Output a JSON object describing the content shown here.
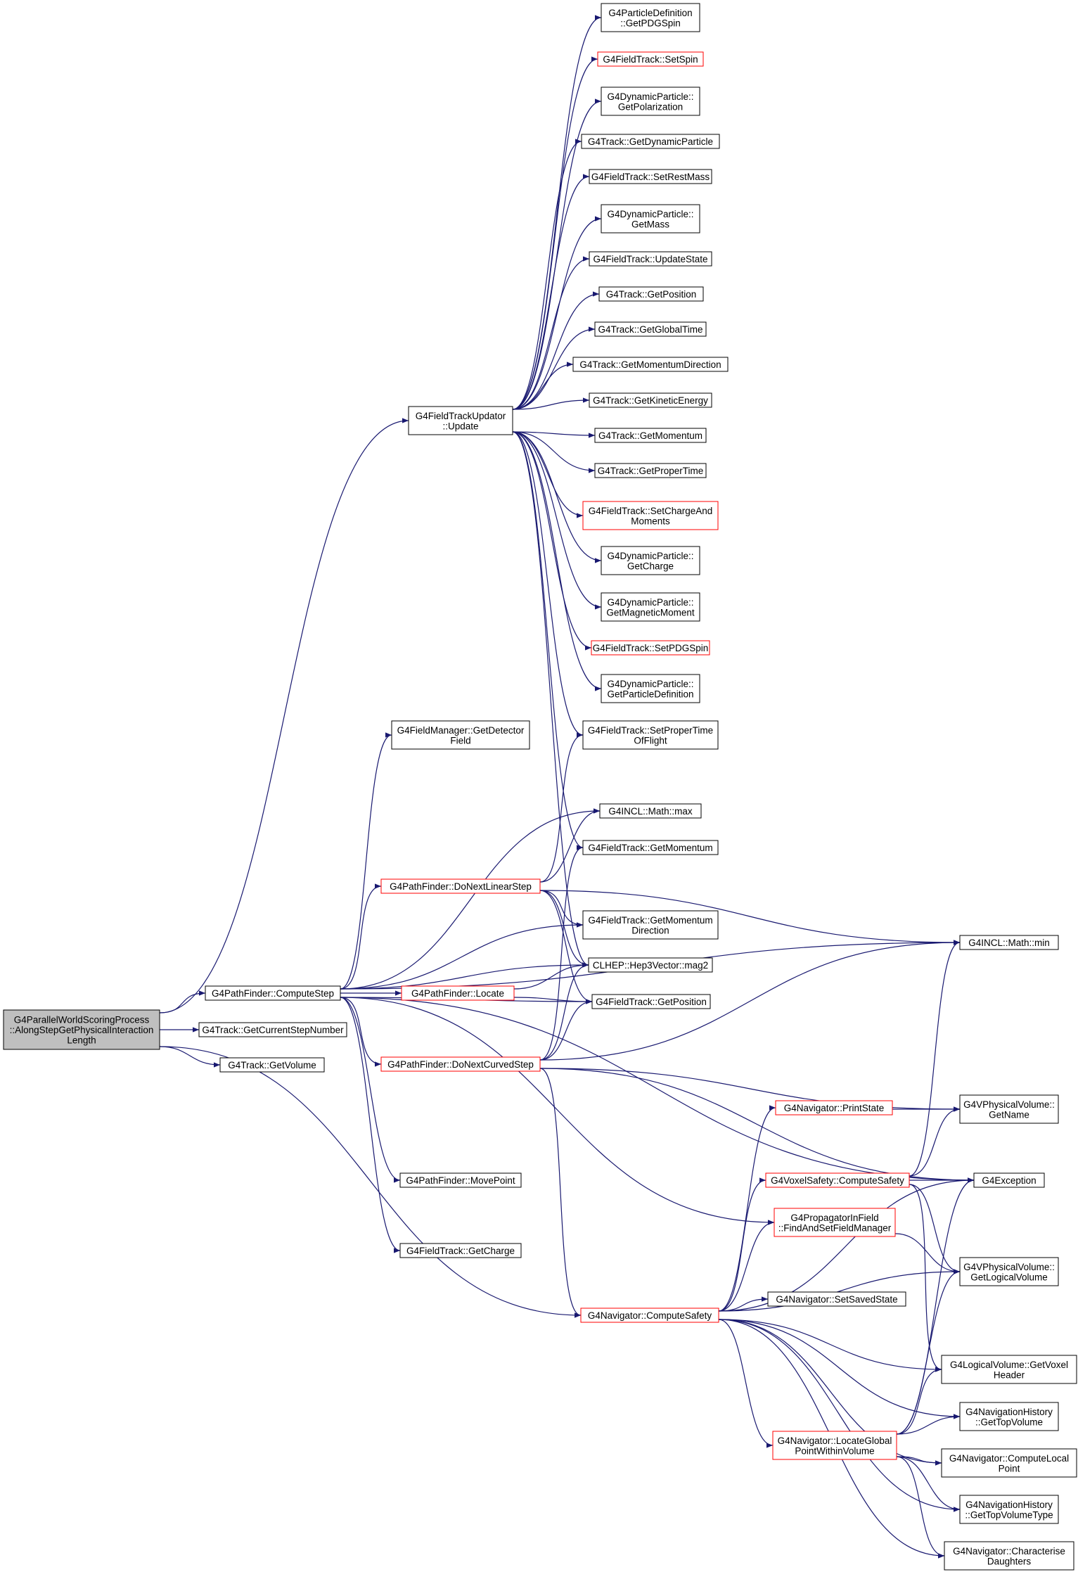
{
  "colors": {
    "edge": "#191970",
    "node_border": "#000000",
    "truncated_border": "#ff0000",
    "root_fill": "#bfbfbf",
    "node_fill": "#ffffff"
  },
  "nodes": [
    {
      "id": "root",
      "lines": [
        "G4ParallelWorldScoringProcess",
        "::AlongStepGetPhysicalInteraction",
        "Length"
      ],
      "kind": "root"
    },
    {
      "id": "fieldTrackUpdatorUpdate",
      "lines": [
        "G4FieldTrackUpdator",
        "::Update"
      ],
      "kind": "normal"
    },
    {
      "id": "pathFinderComputeStep",
      "lines": [
        "G4PathFinder::ComputeStep"
      ],
      "kind": "normal"
    },
    {
      "id": "trackGetCurrentStepNumber",
      "lines": [
        "G4Track::GetCurrentStepNumber"
      ],
      "kind": "normal"
    },
    {
      "id": "trackGetVolume",
      "lines": [
        "G4Track::GetVolume"
      ],
      "kind": "normal"
    },
    {
      "id": "navigatorComputeSafety",
      "lines": [
        "G4Navigator::ComputeSafety"
      ],
      "kind": "truncated"
    },
    {
      "id": "particleDefGetPDGSpin",
      "lines": [
        "G4ParticleDefinition",
        "::GetPDGSpin"
      ],
      "kind": "normal"
    },
    {
      "id": "fieldTrackSetSpin",
      "lines": [
        "G4FieldTrack::SetSpin"
      ],
      "kind": "truncated"
    },
    {
      "id": "dynParticleGetPolarization",
      "lines": [
        "G4DynamicParticle::",
        "GetPolarization"
      ],
      "kind": "normal"
    },
    {
      "id": "trackGetDynamicParticle",
      "lines": [
        "G4Track::GetDynamicParticle"
      ],
      "kind": "normal"
    },
    {
      "id": "fieldTrackSetRestMass",
      "lines": [
        "G4FieldTrack::SetRestMass"
      ],
      "kind": "normal"
    },
    {
      "id": "dynParticleGetMass",
      "lines": [
        "G4DynamicParticle::",
        "GetMass"
      ],
      "kind": "normal"
    },
    {
      "id": "fieldTrackUpdateState",
      "lines": [
        "G4FieldTrack::UpdateState"
      ],
      "kind": "normal"
    },
    {
      "id": "trackGetPosition",
      "lines": [
        "G4Track::GetPosition"
      ],
      "kind": "normal"
    },
    {
      "id": "trackGetGlobalTime",
      "lines": [
        "G4Track::GetGlobalTime"
      ],
      "kind": "normal"
    },
    {
      "id": "trackGetMomentumDirection",
      "lines": [
        "G4Track::GetMomentumDirection"
      ],
      "kind": "normal"
    },
    {
      "id": "trackGetKineticEnergy",
      "lines": [
        "G4Track::GetKineticEnergy"
      ],
      "kind": "normal"
    },
    {
      "id": "trackGetMomentum",
      "lines": [
        "G4Track::GetMomentum"
      ],
      "kind": "normal"
    },
    {
      "id": "trackGetProperTime",
      "lines": [
        "G4Track::GetProperTime"
      ],
      "kind": "normal"
    },
    {
      "id": "fieldTrackSetChargeAndMoments",
      "lines": [
        "G4FieldTrack::SetChargeAnd",
        "Moments"
      ],
      "kind": "truncated"
    },
    {
      "id": "dynParticleGetCharge",
      "lines": [
        "G4DynamicParticle::",
        "GetCharge"
      ],
      "kind": "normal"
    },
    {
      "id": "dynParticleGetMagneticMoment",
      "lines": [
        "G4DynamicParticle::",
        "GetMagneticMoment"
      ],
      "kind": "normal"
    },
    {
      "id": "fieldTrackSetPDGSpin",
      "lines": [
        "G4FieldTrack::SetPDGSpin"
      ],
      "kind": "truncated"
    },
    {
      "id": "dynParticleGetParticleDefinition",
      "lines": [
        "G4DynamicParticle::",
        "GetParticleDefinition"
      ],
      "kind": "normal"
    },
    {
      "id": "fieldTrackSetProperTimeOfFlight",
      "lines": [
        "G4FieldTrack::SetProperTime",
        "OfFlight"
      ],
      "kind": "normal"
    },
    {
      "id": "fieldManagerGetDetectorField",
      "lines": [
        "G4FieldManager::GetDetector",
        "Field"
      ],
      "kind": "normal"
    },
    {
      "id": "inclMathMax",
      "lines": [
        "G4INCL::Math::max"
      ],
      "kind": "normal"
    },
    {
      "id": "fieldTrackGetMomentum",
      "lines": [
        "G4FieldTrack::GetMomentum"
      ],
      "kind": "normal"
    },
    {
      "id": "pathFinderDoNextLinearStep",
      "lines": [
        "G4PathFinder::DoNextLinearStep"
      ],
      "kind": "truncated"
    },
    {
      "id": "fieldTrackGetMomentumDirection",
      "lines": [
        "G4FieldTrack::GetMomentum",
        "Direction"
      ],
      "kind": "normal"
    },
    {
      "id": "inclMathMin",
      "lines": [
        "G4INCL::Math::min"
      ],
      "kind": "normal"
    },
    {
      "id": "hep3VectorMag2",
      "lines": [
        "CLHEP::Hep3Vector::mag2"
      ],
      "kind": "normal"
    },
    {
      "id": "pathFinderLocate",
      "lines": [
        "G4PathFinder::Locate"
      ],
      "kind": "truncated"
    },
    {
      "id": "fieldTrackGetPosition",
      "lines": [
        "G4FieldTrack::GetPosition"
      ],
      "kind": "normal"
    },
    {
      "id": "pathFinderDoNextCurvedStep",
      "lines": [
        "G4PathFinder::DoNextCurvedStep"
      ],
      "kind": "truncated"
    },
    {
      "id": "navigatorPrintState",
      "lines": [
        "G4Navigator::PrintState"
      ],
      "kind": "truncated"
    },
    {
      "id": "physVolumeGetName",
      "lines": [
        "G4VPhysicalVolume::",
        "GetName"
      ],
      "kind": "normal"
    },
    {
      "id": "pathFinderMovePoint",
      "lines": [
        "G4PathFinder::MovePoint"
      ],
      "kind": "normal"
    },
    {
      "id": "voxelSafetyComputeSafety",
      "lines": [
        "G4VoxelSafety::ComputeSafety"
      ],
      "kind": "truncated"
    },
    {
      "id": "g4Exception",
      "lines": [
        "G4Exception"
      ],
      "kind": "normal"
    },
    {
      "id": "propagatorFindAndSetFieldManager",
      "lines": [
        "G4PropagatorInField",
        "::FindAndSetFieldManager"
      ],
      "kind": "truncated"
    },
    {
      "id": "fieldTrackGetCharge",
      "lines": [
        "G4FieldTrack::GetCharge"
      ],
      "kind": "normal"
    },
    {
      "id": "physVolumeGetLogicalVolume",
      "lines": [
        "G4VPhysicalVolume::",
        "GetLogicalVolume"
      ],
      "kind": "normal"
    },
    {
      "id": "navigatorSetSavedState",
      "lines": [
        "G4Navigator::SetSavedState"
      ],
      "kind": "normal"
    },
    {
      "id": "logicalVolumeGetVoxelHeader",
      "lines": [
        "G4LogicalVolume::GetVoxel",
        "Header"
      ],
      "kind": "normal"
    },
    {
      "id": "navHistoryGetTopVolume",
      "lines": [
        "G4NavigationHistory",
        "::GetTopVolume"
      ],
      "kind": "normal"
    },
    {
      "id": "navigatorLocateGlobalPoint",
      "lines": [
        "G4Navigator::LocateGlobal",
        "PointWithinVolume"
      ],
      "kind": "truncated"
    },
    {
      "id": "navigatorComputeLocalPoint",
      "lines": [
        "G4Navigator::ComputeLocal",
        "Point"
      ],
      "kind": "normal"
    },
    {
      "id": "navHistoryGetTopVolumeType",
      "lines": [
        "G4NavigationHistory",
        "::GetTopVolumeType"
      ],
      "kind": "normal"
    },
    {
      "id": "navigatorCharacteriseDaughters",
      "lines": [
        "G4Navigator::Characterise",
        "Daughters"
      ],
      "kind": "normal"
    }
  ],
  "edges": [
    [
      "root",
      "fieldTrackUpdatorUpdate"
    ],
    [
      "root",
      "pathFinderComputeStep"
    ],
    [
      "root",
      "trackGetCurrentStepNumber"
    ],
    [
      "root",
      "trackGetVolume"
    ],
    [
      "root",
      "navigatorComputeSafety"
    ],
    [
      "fieldTrackUpdatorUpdate",
      "particleDefGetPDGSpin"
    ],
    [
      "fieldTrackUpdatorUpdate",
      "fieldTrackSetSpin"
    ],
    [
      "fieldTrackUpdatorUpdate",
      "dynParticleGetPolarization"
    ],
    [
      "fieldTrackUpdatorUpdate",
      "trackGetDynamicParticle"
    ],
    [
      "fieldTrackUpdatorUpdate",
      "fieldTrackSetRestMass"
    ],
    [
      "fieldTrackUpdatorUpdate",
      "dynParticleGetMass"
    ],
    [
      "fieldTrackUpdatorUpdate",
      "fieldTrackUpdateState"
    ],
    [
      "fieldTrackUpdatorUpdate",
      "trackGetPosition"
    ],
    [
      "fieldTrackUpdatorUpdate",
      "trackGetGlobalTime"
    ],
    [
      "fieldTrackUpdatorUpdate",
      "trackGetMomentumDirection"
    ],
    [
      "fieldTrackUpdatorUpdate",
      "trackGetKineticEnergy"
    ],
    [
      "fieldTrackUpdatorUpdate",
      "trackGetMomentum"
    ],
    [
      "fieldTrackUpdatorUpdate",
      "trackGetProperTime"
    ],
    [
      "fieldTrackUpdatorUpdate",
      "fieldTrackSetChargeAndMoments"
    ],
    [
      "fieldTrackUpdatorUpdate",
      "dynParticleGetCharge"
    ],
    [
      "fieldTrackUpdatorUpdate",
      "dynParticleGetMagneticMoment"
    ],
    [
      "fieldTrackUpdatorUpdate",
      "fieldTrackSetPDGSpin"
    ],
    [
      "fieldTrackUpdatorUpdate",
      "dynParticleGetParticleDefinition"
    ],
    [
      "fieldTrackUpdatorUpdate",
      "fieldTrackSetProperTimeOfFlight"
    ],
    [
      "fieldTrackUpdatorUpdate",
      "fieldTrackGetMomentum"
    ],
    [
      "fieldTrackUpdatorUpdate",
      "hep3VectorMag2"
    ],
    [
      "pathFinderComputeStep",
      "fieldManagerGetDetectorField"
    ],
    [
      "pathFinderComputeStep",
      "inclMathMax"
    ],
    [
      "pathFinderComputeStep",
      "inclMathMin"
    ],
    [
      "pathFinderComputeStep",
      "pathFinderDoNextLinearStep"
    ],
    [
      "pathFinderComputeStep",
      "fieldTrackGetMomentumDirection"
    ],
    [
      "pathFinderComputeStep",
      "hep3VectorMag2"
    ],
    [
      "pathFinderComputeStep",
      "pathFinderLocate"
    ],
    [
      "pathFinderComputeStep",
      "fieldTrackGetPosition"
    ],
    [
      "pathFinderComputeStep",
      "pathFinderDoNextCurvedStep"
    ],
    [
      "pathFinderComputeStep",
      "g4Exception"
    ],
    [
      "pathFinderComputeStep",
      "pathFinderMovePoint"
    ],
    [
      "pathFinderComputeStep",
      "propagatorFindAndSetFieldManager"
    ],
    [
      "pathFinderComputeStep",
      "fieldTrackGetCharge"
    ],
    [
      "pathFinderDoNextLinearStep",
      "fieldTrackSetProperTimeOfFlight"
    ],
    [
      "pathFinderDoNextLinearStep",
      "inclMathMax"
    ],
    [
      "pathFinderDoNextLinearStep",
      "fieldTrackGetMomentumDirection"
    ],
    [
      "pathFinderDoNextLinearStep",
      "inclMathMin"
    ],
    [
      "pathFinderDoNextLinearStep",
      "hep3VectorMag2"
    ],
    [
      "pathFinderDoNextLinearStep",
      "fieldTrackGetPosition"
    ],
    [
      "pathFinderLocate",
      "hep3VectorMag2"
    ],
    [
      "pathFinderLocate",
      "fieldTrackGetPosition"
    ],
    [
      "pathFinderDoNextCurvedStep",
      "fieldTrackGetMomentum"
    ],
    [
      "pathFinderDoNextCurvedStep",
      "hep3VectorMag2"
    ],
    [
      "pathFinderDoNextCurvedStep",
      "fieldTrackGetPosition"
    ],
    [
      "pathFinderDoNextCurvedStep",
      "inclMathMin"
    ],
    [
      "pathFinderDoNextCurvedStep",
      "physVolumeGetName"
    ],
    [
      "pathFinderDoNextCurvedStep",
      "g4Exception"
    ],
    [
      "pathFinderDoNextCurvedStep",
      "navigatorComputeSafety"
    ],
    [
      "navigatorPrintState",
      "physVolumeGetName"
    ],
    [
      "voxelSafetyComputeSafety",
      "inclMathMin"
    ],
    [
      "voxelSafetyComputeSafety",
      "physVolumeGetName"
    ],
    [
      "voxelSafetyComputeSafety",
      "g4Exception"
    ],
    [
      "voxelSafetyComputeSafety",
      "physVolumeGetLogicalVolume"
    ],
    [
      "voxelSafetyComputeSafety",
      "logicalVolumeGetVoxelHeader"
    ],
    [
      "propagatorFindAndSetFieldManager",
      "physVolumeGetLogicalVolume"
    ],
    [
      "navigatorComputeSafety",
      "navigatorPrintState"
    ],
    [
      "navigatorComputeSafety",
      "voxelSafetyComputeSafety"
    ],
    [
      "navigatorComputeSafety",
      "propagatorFindAndSetFieldManager"
    ],
    [
      "navigatorComputeSafety",
      "g4Exception"
    ],
    [
      "navigatorComputeSafety",
      "navigatorSetSavedState"
    ],
    [
      "navigatorComputeSafety",
      "physVolumeGetLogicalVolume"
    ],
    [
      "navigatorComputeSafety",
      "logicalVolumeGetVoxelHeader"
    ],
    [
      "navigatorComputeSafety",
      "navHistoryGetTopVolume"
    ],
    [
      "navigatorComputeSafety",
      "navigatorLocateGlobalPoint"
    ],
    [
      "navigatorComputeSafety",
      "navigatorComputeLocalPoint"
    ],
    [
      "navigatorComputeSafety",
      "navHistoryGetTopVolumeType"
    ],
    [
      "navigatorComputeSafety",
      "navigatorCharacteriseDaughters"
    ],
    [
      "navigatorLocateGlobalPoint",
      "g4Exception"
    ],
    [
      "navigatorLocateGlobalPoint",
      "physVolumeGetLogicalVolume"
    ],
    [
      "navigatorLocateGlobalPoint",
      "logicalVolumeGetVoxelHeader"
    ],
    [
      "navigatorLocateGlobalPoint",
      "navHistoryGetTopVolume"
    ],
    [
      "navigatorLocateGlobalPoint",
      "navigatorComputeLocalPoint"
    ],
    [
      "navigatorLocateGlobalPoint",
      "navHistoryGetTopVolumeType"
    ],
    [
      "navigatorLocateGlobalPoint",
      "navigatorCharacteriseDaughters"
    ]
  ]
}
